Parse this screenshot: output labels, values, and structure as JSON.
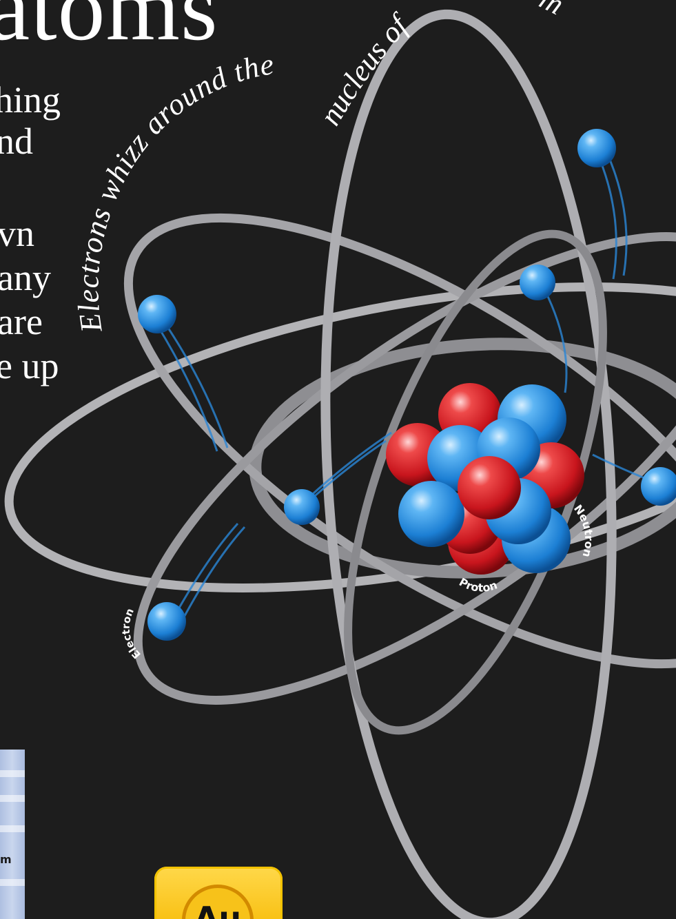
{
  "page": {
    "title": "atoms",
    "body_lines": [
      "hing",
      "nd",
      "vn",
      "any",
      "are",
      "e up"
    ]
  },
  "diagram": {
    "curved_caption": {
      "part1": "Electrons whizz around the",
      "part2": "nucleus of",
      "part3": "m"
    },
    "labels": {
      "electron": "Electron",
      "proton": "Proton",
      "neutron": "Neutron"
    },
    "colors": {
      "background": "#1d1d1d",
      "orbit": "#9a9a9e",
      "proton_red": "#d8232a",
      "neutron_blue": "#2a8fe0",
      "electron_blue": "#2c9be8"
    }
  },
  "side_panel": {
    "label": "m"
  },
  "element_badge": {
    "symbol": "Au",
    "color": "#f6b800"
  }
}
